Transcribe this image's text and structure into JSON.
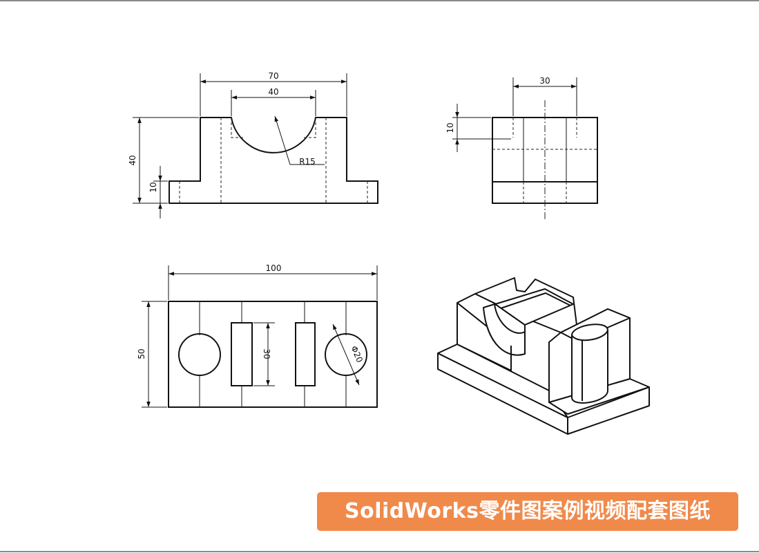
{
  "dimensions": {
    "front_width": "70",
    "front_slot_width": "40",
    "front_height": "40",
    "front_base_height": "10",
    "front_radius": "R15",
    "side_width": "30",
    "side_height": "10",
    "top_length": "100",
    "top_width": "50",
    "top_slot_length": "30",
    "top_hole_diameter": "Φ20"
  },
  "caption": "SolidWorks零件图案例视频配套图纸",
  "colors": {
    "caption_bg": "#f08a4b",
    "line": "#111111"
  }
}
